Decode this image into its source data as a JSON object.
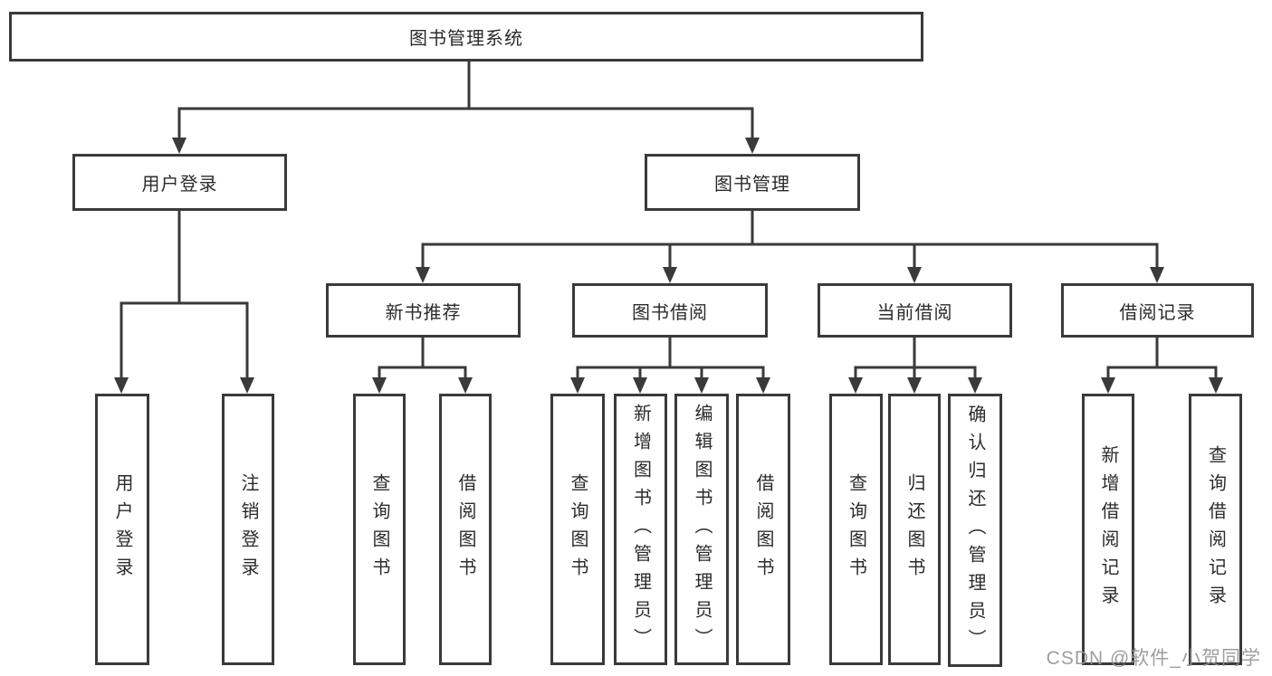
{
  "title": "图书管理系统",
  "branches": {
    "user": {
      "label": "用户登录",
      "leaves": [
        "用户登录",
        "注销登录"
      ]
    },
    "manage": {
      "label": "图书管理",
      "sections": [
        {
          "label": "新书推荐",
          "leaves": [
            "查询图书",
            "借阅图书"
          ]
        },
        {
          "label": "图书借阅",
          "leaves": [
            "查询图书",
            "新增图书（管理员）",
            "编辑图书（管理员）",
            "借阅图书"
          ]
        },
        {
          "label": "当前借阅",
          "leaves": [
            "查询图书",
            "归还图书",
            "确认归还（管理员）"
          ]
        },
        {
          "label": "借阅记录",
          "leaves": [
            "新增借阅记录",
            "查询借阅记录"
          ]
        }
      ]
    }
  },
  "watermark": "CSDN @软件_小贺同学",
  "colors": {
    "line": "#3a3a3a",
    "text": "#2b2b2b",
    "watermark": "#949496",
    "background": "#ffffff"
  }
}
